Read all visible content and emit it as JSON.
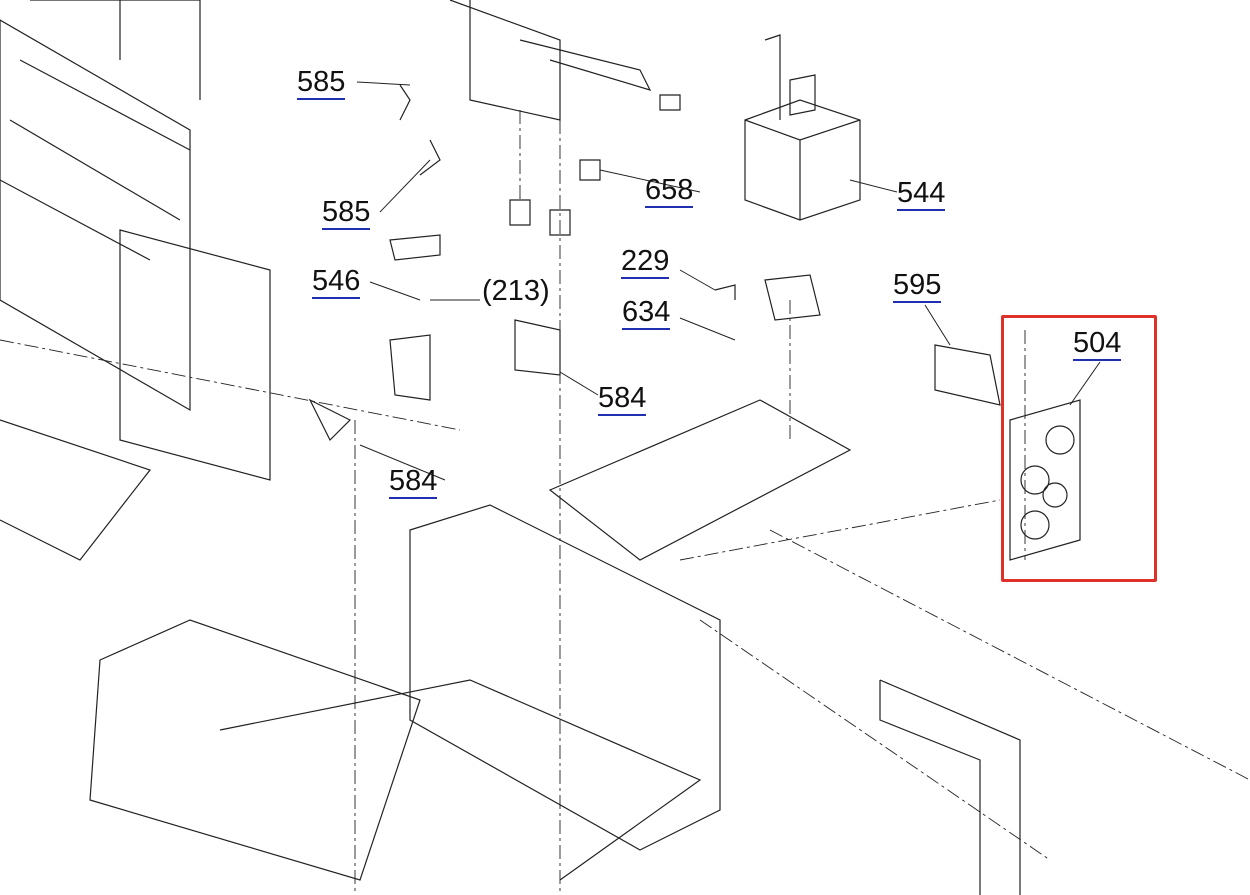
{
  "diagram": {
    "type": "exploded parts diagram",
    "callouts": [
      {
        "id": "585a",
        "text": "585"
      },
      {
        "id": "585b",
        "text": "585"
      },
      {
        "id": "546",
        "text": "546"
      },
      {
        "id": "213",
        "text": "(213)"
      },
      {
        "id": "658",
        "text": "658"
      },
      {
        "id": "544",
        "text": "544"
      },
      {
        "id": "229",
        "text": "229"
      },
      {
        "id": "634",
        "text": "634"
      },
      {
        "id": "595",
        "text": "595"
      },
      {
        "id": "504",
        "text": "504"
      },
      {
        "id": "584a",
        "text": "584"
      },
      {
        "id": "584b",
        "text": "584"
      }
    ],
    "highlight": {
      "part": "504",
      "color": "#e0302a"
    },
    "underline_color": "#1f2fb0"
  }
}
